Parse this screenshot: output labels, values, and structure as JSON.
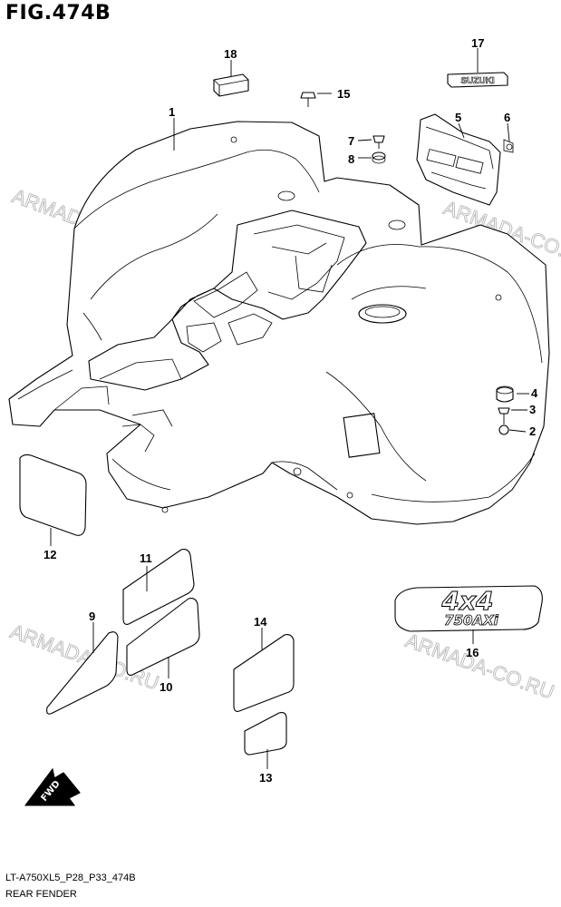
{
  "figure": {
    "title": "FIG.474B"
  },
  "footer": {
    "code": "LT-A750XL5_P28_P33_474B",
    "name": "REAR FENDER"
  },
  "watermark": "ARMADA-CO.RU",
  "callouts": [
    "1",
    "2",
    "3",
    "4",
    "5",
    "6",
    "7",
    "8",
    "9",
    "10",
    "11",
    "12",
    "13",
    "14",
    "15",
    "16",
    "17",
    "18"
  ],
  "emblems": {
    "suzuki": "SUZUKI",
    "fourbyfour": "4x4",
    "model": "750AXi"
  },
  "direction_arrow": "FWD"
}
